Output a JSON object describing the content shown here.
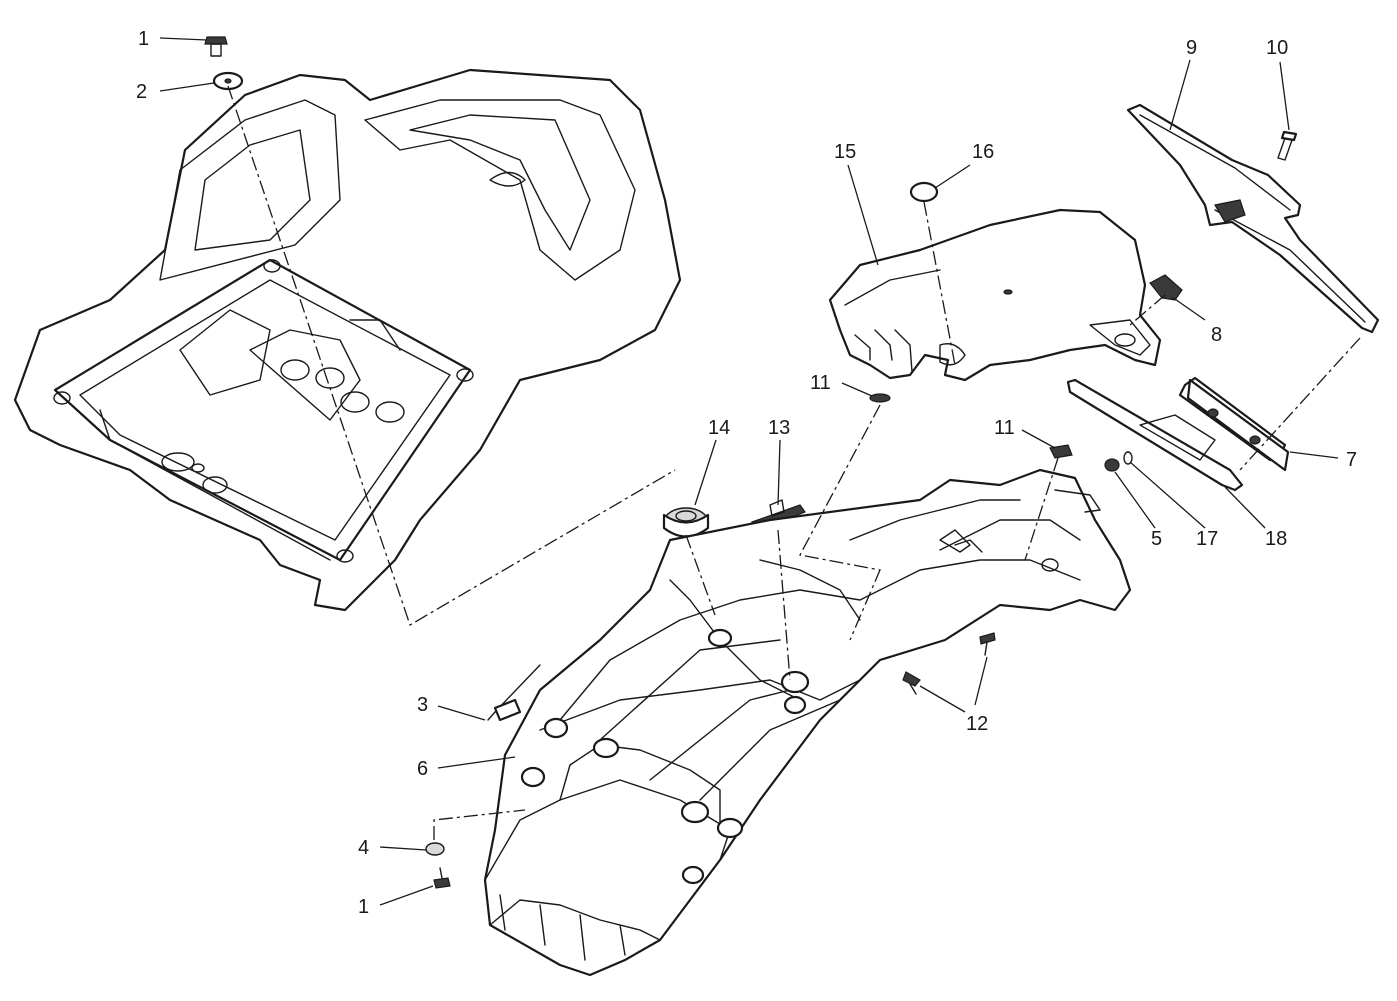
{
  "callouts": {
    "c1a": "1",
    "c2": "2",
    "c9": "9",
    "c10": "10",
    "c15": "15",
    "c16": "16",
    "c8": "8",
    "c11a": "11",
    "c14": "14",
    "c13": "13",
    "c11b": "11",
    "c7": "7",
    "c5": "5",
    "c17": "17",
    "c18": "18",
    "c3": "3",
    "c6": "6",
    "c12": "12",
    "c4": "4",
    "c1b": "1"
  }
}
